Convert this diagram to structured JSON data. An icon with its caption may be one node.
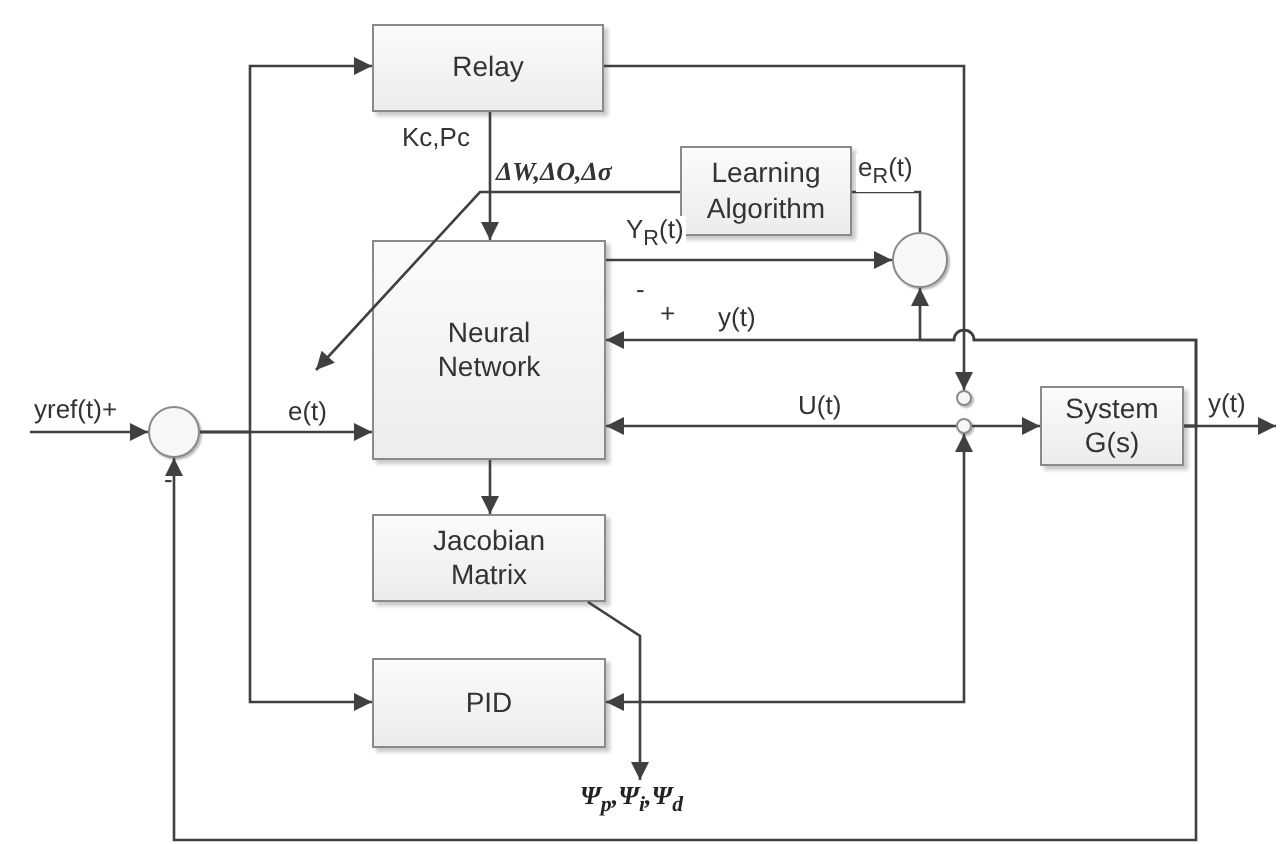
{
  "diagram": {
    "nodes": [
      {
        "text": [
          "Relay"
        ]
      },
      {
        "text": [
          "Neural Network"
        ]
      },
      {
        "text": [
          "Learning Algorithm"
        ]
      },
      {
        "text": [],
        "shape": "circle"
      },
      {
        "text": [],
        "shape": "circle"
      },
      {
        "text": [],
        "shape": "circle"
      },
      {
        "text": [],
        "shape": "circle"
      },
      {
        "text": [
          "System G(s)"
        ]
      },
      {
        "text": [
          "Jacobian Matrix"
        ]
      },
      {
        "text": [
          "PID"
        ]
      },
      {
        "text": [
          "Ψ$_{p}$,Ψ$_{i}$,Ψ$_{d}$"
        ]
      }
    ],
    "edges": [
      {
        "from": null,
        "to": 4,
        "arrow": "to",
        "label": "yref(t)+"
      },
      {
        "from": 4,
        "to": 1,
        "arrow": "to",
        "label": "e(t)"
      },
      {
        "from": 4,
        "to": 0,
        "arrow": "to"
      },
      {
        "from": 4,
        "to": 9,
        "arrow": "to"
      },
      {
        "from": 0,
        "to": 1,
        "arrow": "to",
        "label": "Kc,Pc"
      },
      {
        "from": 0,
        "to": 5,
        "arrow": "to"
      },
      {
        "from": 1,
        "to": 3,
        "arrow": "to",
        "label": "Y$_{R}$(t)"
      },
      {
        "from": 7,
        "to": 1,
        "arrow": "to",
        "label": "y(t)"
      },
      {
        "from": 7,
        "to": 3,
        "arrow": "to"
      },
      {
        "from": 3,
        "to": 2,
        "arrow": "none",
        "label": "e$_{R}$(t)"
      },
      {
        "from": 2,
        "to": null,
        "arrow": "to",
        "label": "ΔW,ΔO,Δσ"
      },
      {
        "from": 1,
        "to": 8,
        "arrow": "to"
      },
      {
        "from": 8,
        "to": 10,
        "arrow": "to"
      },
      {
        "from": 6,
        "to": 9,
        "arrow": "both"
      },
      {
        "from": 6,
        "to": 1,
        "arrow": "to",
        "label": "U(t)"
      },
      {
        "from": 6,
        "to": 7,
        "arrow": "to"
      },
      {
        "from": 7,
        "to": null,
        "arrow": "to",
        "label": "y(t)"
      },
      {
        "from": 7,
        "to": 4,
        "arrow": "to"
      }
    ],
    "labels": [
      "-",
      "-",
      "+"
    ]
  }
}
